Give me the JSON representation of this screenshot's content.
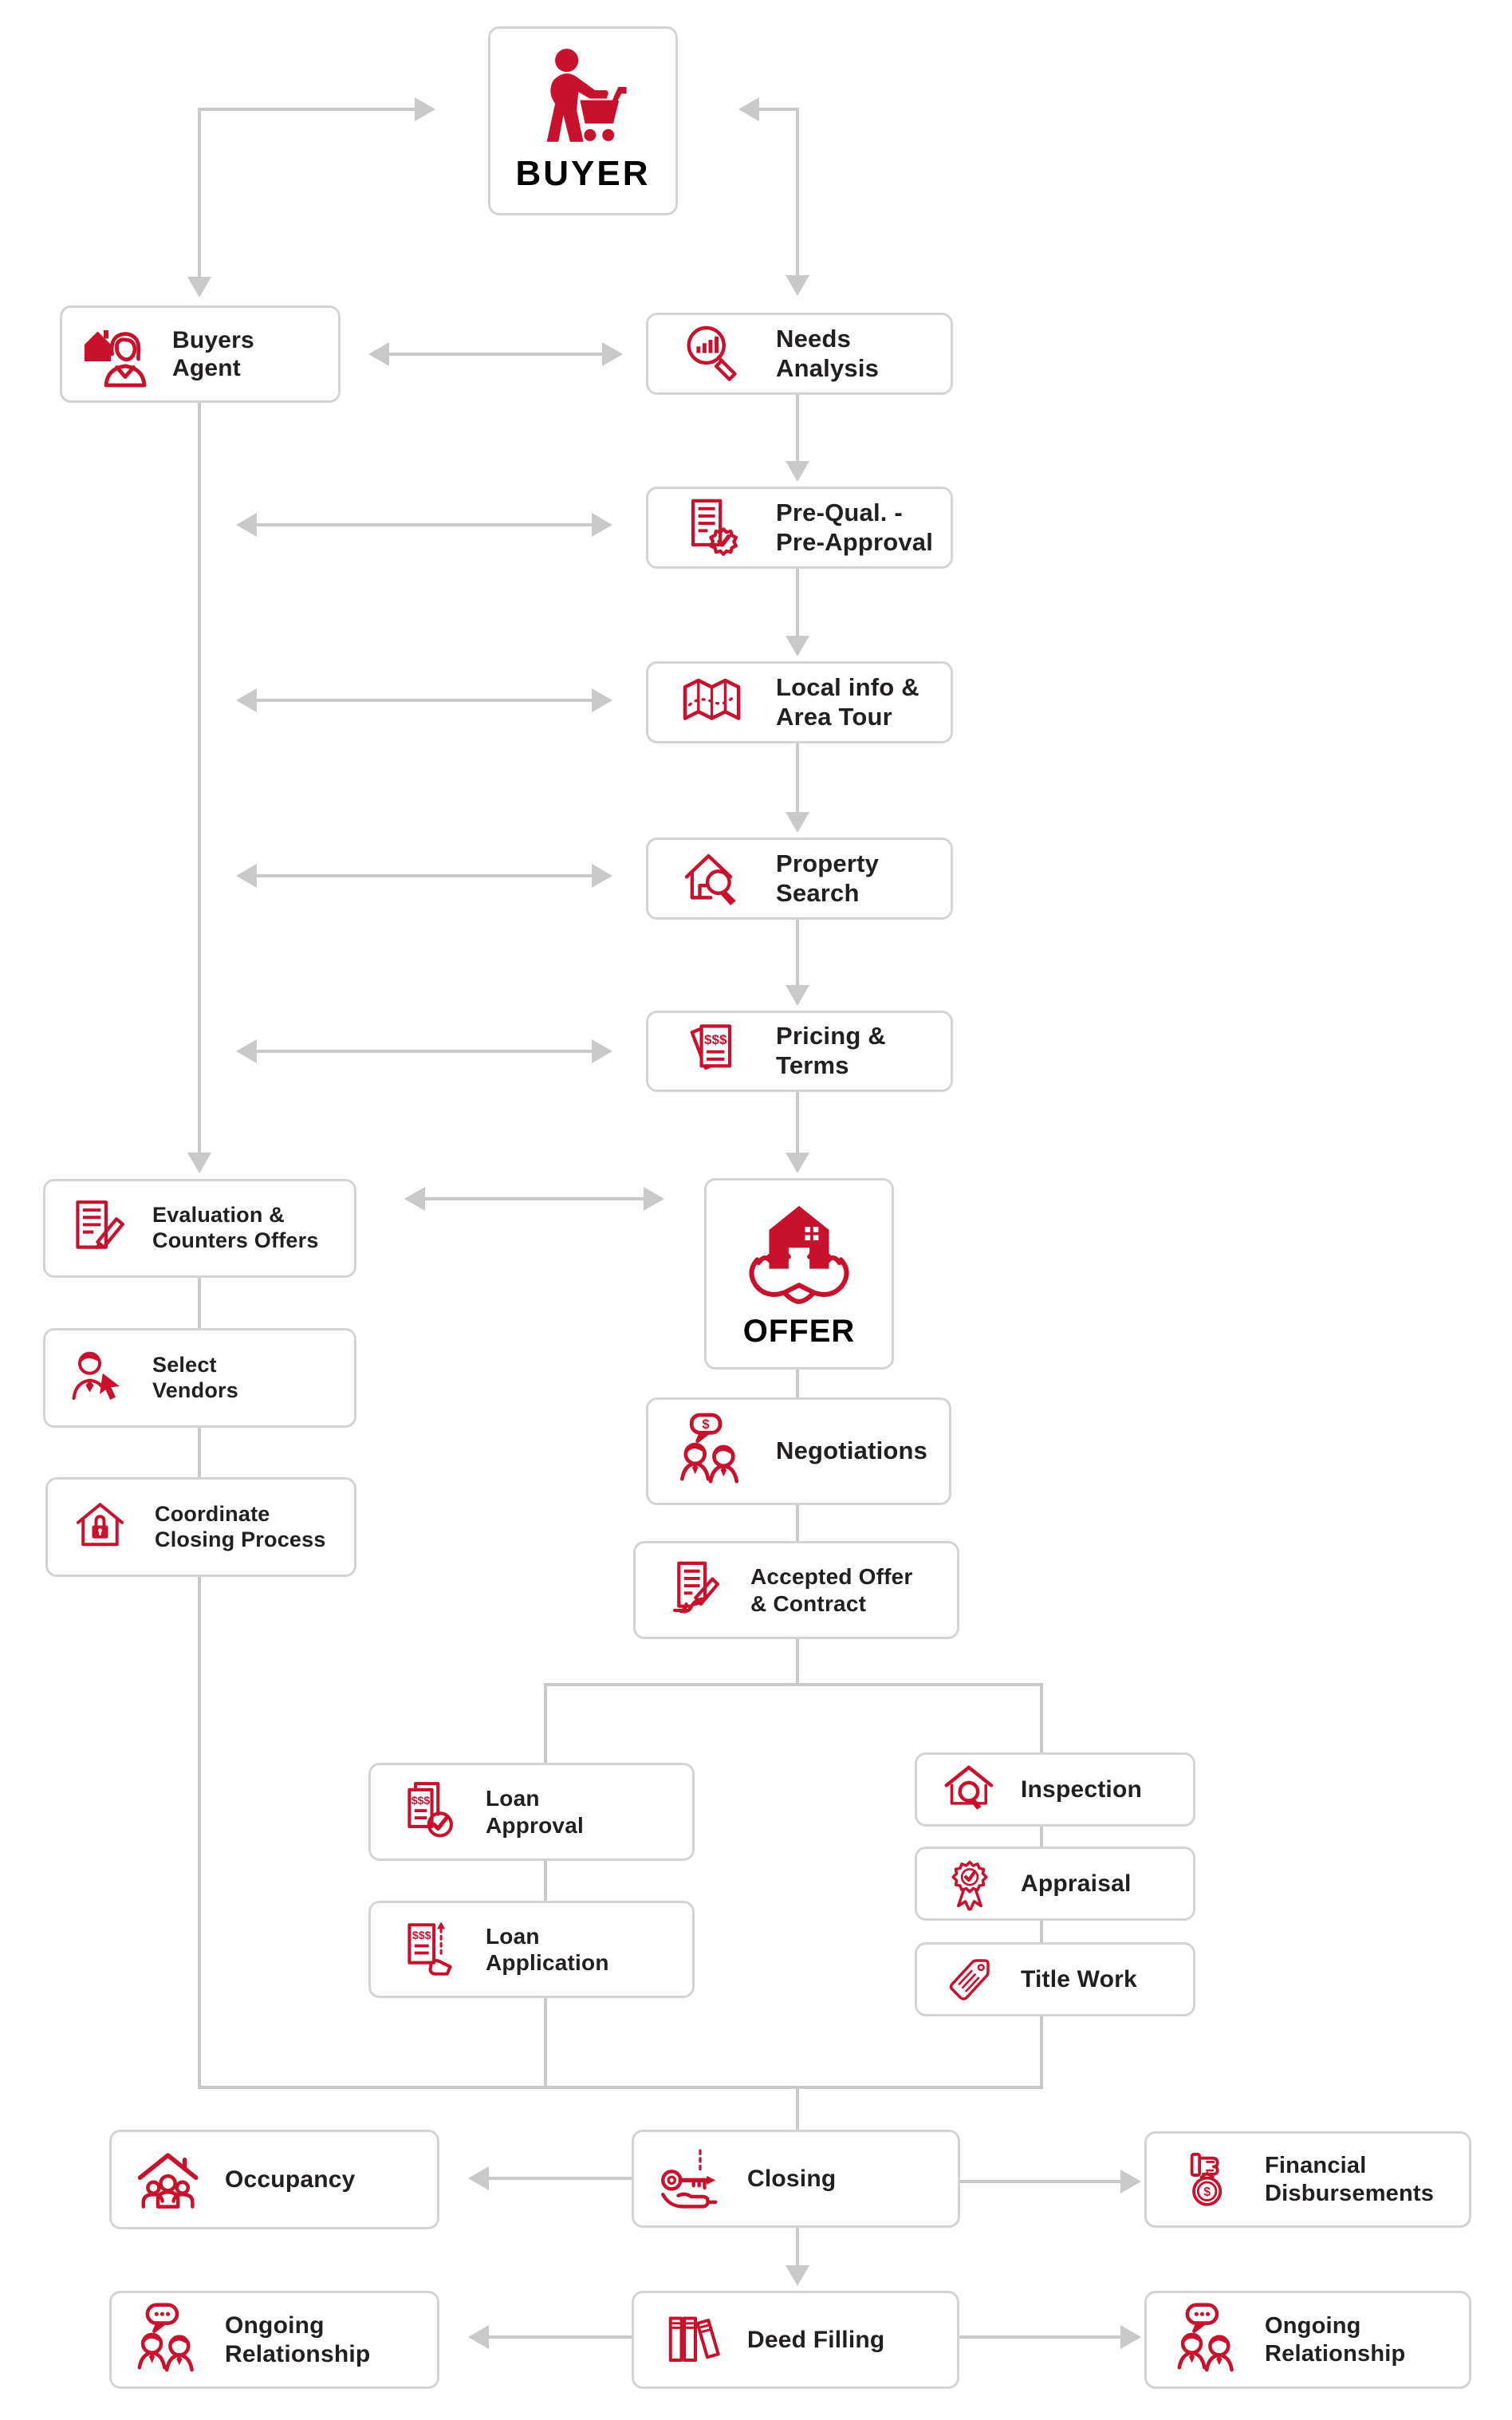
{
  "palette": {
    "accent_red": "#C8122D",
    "connector_gray": "#C9C9C9",
    "box_border_gray": "#D4D4D4",
    "text_ink": "#231F20"
  },
  "nodes": {
    "buyer": {
      "label": "BUYER",
      "icon": "person-shopping-cart"
    },
    "buyers_agent": {
      "label": "Buyers\nAgent",
      "icon": "agent-woman-house"
    },
    "needs_analysis": {
      "label": "Needs\nAnalysis",
      "icon": "magnifier-bar-chart"
    },
    "pre_qual": {
      "label": "Pre-Qual. -\nPre-Approval",
      "icon": "document-seal-check"
    },
    "local_info": {
      "label": "Local info &\nArea Tour",
      "icon": "folded-map-route"
    },
    "property_search": {
      "label": "Property\nSearch",
      "icon": "house-magnifier"
    },
    "pricing_terms": {
      "label": "Pricing &\nTerms",
      "icon": "dollar-papers"
    },
    "evaluation": {
      "label": "Evaluation &\nCounters Offers",
      "icon": "document-pencil"
    },
    "select_vendors": {
      "label": "Select\nVendors",
      "icon": "person-cursor"
    },
    "coordinate_closing": {
      "label": "Coordinate\nClosing Process",
      "icon": "house-padlock"
    },
    "offer": {
      "label": "OFFER",
      "icon": "hands-holding-house"
    },
    "negotiations": {
      "label": "Negotiations",
      "icon": "two-people-dollar-bubble"
    },
    "accepted_offer": {
      "label": "Accepted Offer\n& Contract",
      "icon": "contract-pencil"
    },
    "loan_approval": {
      "label": "Loan\nApproval",
      "icon": "dollar-document-check"
    },
    "loan_application": {
      "label": "Loan\nApplication",
      "icon": "dollar-document-hand"
    },
    "inspection": {
      "label": "Inspection",
      "icon": "house-inspection-magnifier"
    },
    "appraisal": {
      "label": "Appraisal",
      "icon": "ribbon-badge-check"
    },
    "title_work": {
      "label": "Title Work",
      "icon": "price-tag"
    },
    "occupancy": {
      "label": "Occupancy",
      "icon": "house-family"
    },
    "closing": {
      "label": "Closing",
      "icon": "key-in-hand"
    },
    "financial_disbursements": {
      "label": "Financial\nDisbursements",
      "icon": "fist-money-bag"
    },
    "ongoing_left": {
      "label": "Ongoing\nRelationship",
      "icon": "two-people-chat-bubble"
    },
    "deed_filling": {
      "label": "Deed Filling",
      "icon": "binders-books"
    },
    "ongoing_right": {
      "label": "Ongoing\nRelationship",
      "icon": "two-people-chat-bubble"
    }
  }
}
